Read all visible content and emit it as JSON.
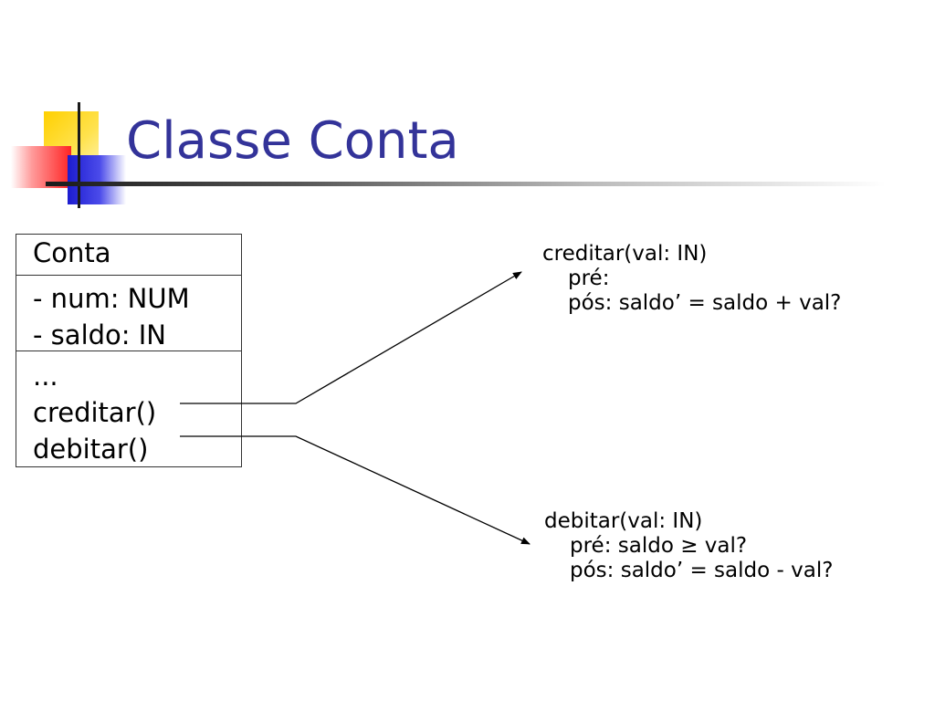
{
  "slide": {
    "title": "Classe Conta"
  },
  "uml_class": {
    "name": "Conta",
    "attributes": [
      "- num: NUM",
      "- saldo: IN"
    ],
    "methods": [
      "...",
      "creditar()",
      "debitar()"
    ]
  },
  "notes": {
    "creditar": {
      "signature": "creditar(val: IN)",
      "pre": "pré:",
      "post": "pós: saldo’ = saldo + val?"
    },
    "debitar": {
      "signature": "debitar(val: IN)",
      "pre": "pré: saldo ≥ val?",
      "post": "pós: saldo’ = saldo - val?"
    }
  },
  "colors": {
    "title": "#333399",
    "logo_yellow": "#ffd000",
    "logo_red": "#ff2424",
    "logo_blue": "#1c1cd0"
  }
}
